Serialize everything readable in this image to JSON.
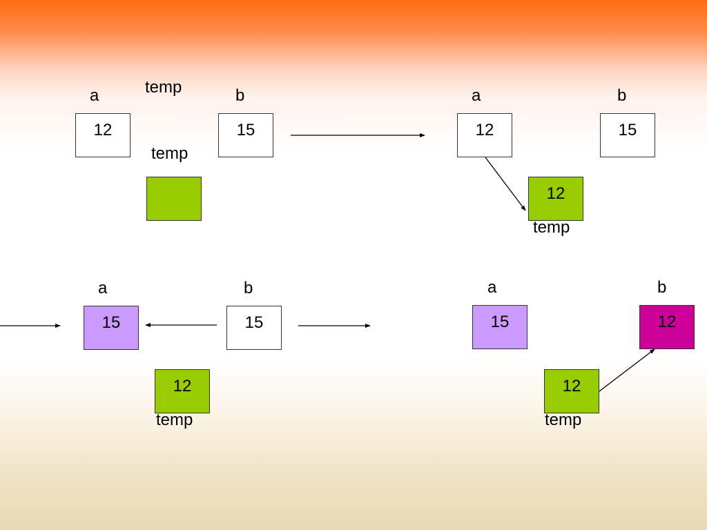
{
  "colors": {
    "white": "#ffffff",
    "green": "#99cc00",
    "lilac": "#cc99ff",
    "magenta": "#cc0099",
    "arrow": "#000000"
  },
  "labels": {
    "a": "a",
    "b": "b",
    "temp": "temp"
  },
  "step1": {
    "a_value": "12",
    "b_value": "15",
    "temp_value": ""
  },
  "step2": {
    "a_value": "12",
    "b_value": "15",
    "temp_value": "12"
  },
  "step3": {
    "a_value": "15",
    "b_value": "15",
    "temp_value": "12"
  },
  "step4": {
    "a_value": "15",
    "b_value": "12",
    "temp_value": "12"
  }
}
